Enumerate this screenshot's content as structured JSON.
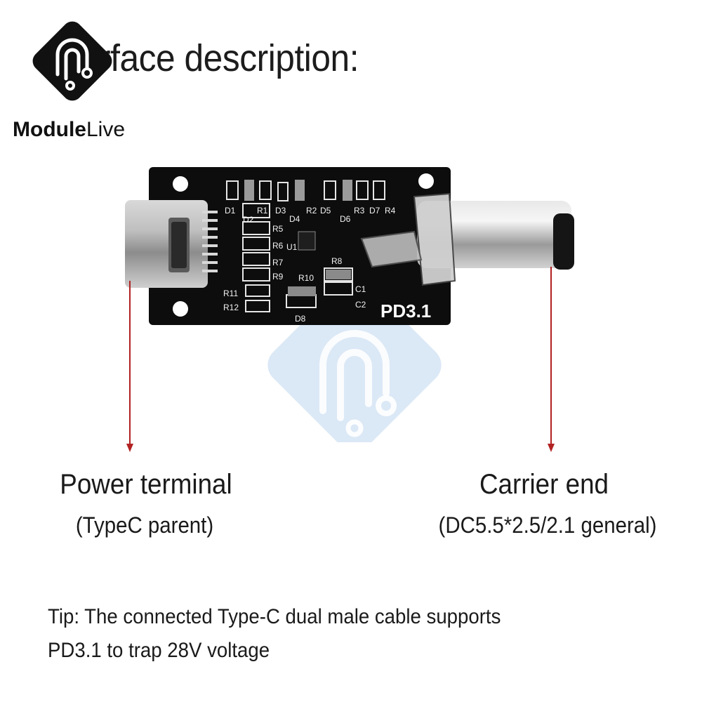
{
  "title": "Interface description:",
  "logo": {
    "brand_bold": "Module",
    "brand_light": "Live"
  },
  "board": {
    "marking": "PD3.1",
    "silkscreen": [
      "D1",
      "D2",
      "R1",
      "D3",
      "D4",
      "R2",
      "D5",
      "D6",
      "R3",
      "D7",
      "R4",
      "R5",
      "R6",
      "U1",
      "R7",
      "R9",
      "R10",
      "R8",
      "R11",
      "C1",
      "R12",
      "C2",
      "D8"
    ]
  },
  "left_port": {
    "name": "Power terminal",
    "detail": "(TypeC parent)"
  },
  "right_port": {
    "name": "Carrier end",
    "detail": "(DC5.5*2.5/2.1 general)"
  },
  "tip": {
    "line1": "Tip: The connected Type-C dual male cable supports",
    "line2": "PD3.1 to trap 28V voltage"
  },
  "colors": {
    "arrow": "#b22222",
    "watermark": "#cfe0f3",
    "pcb": "#0d0d0d",
    "text": "#1a1a1a"
  }
}
